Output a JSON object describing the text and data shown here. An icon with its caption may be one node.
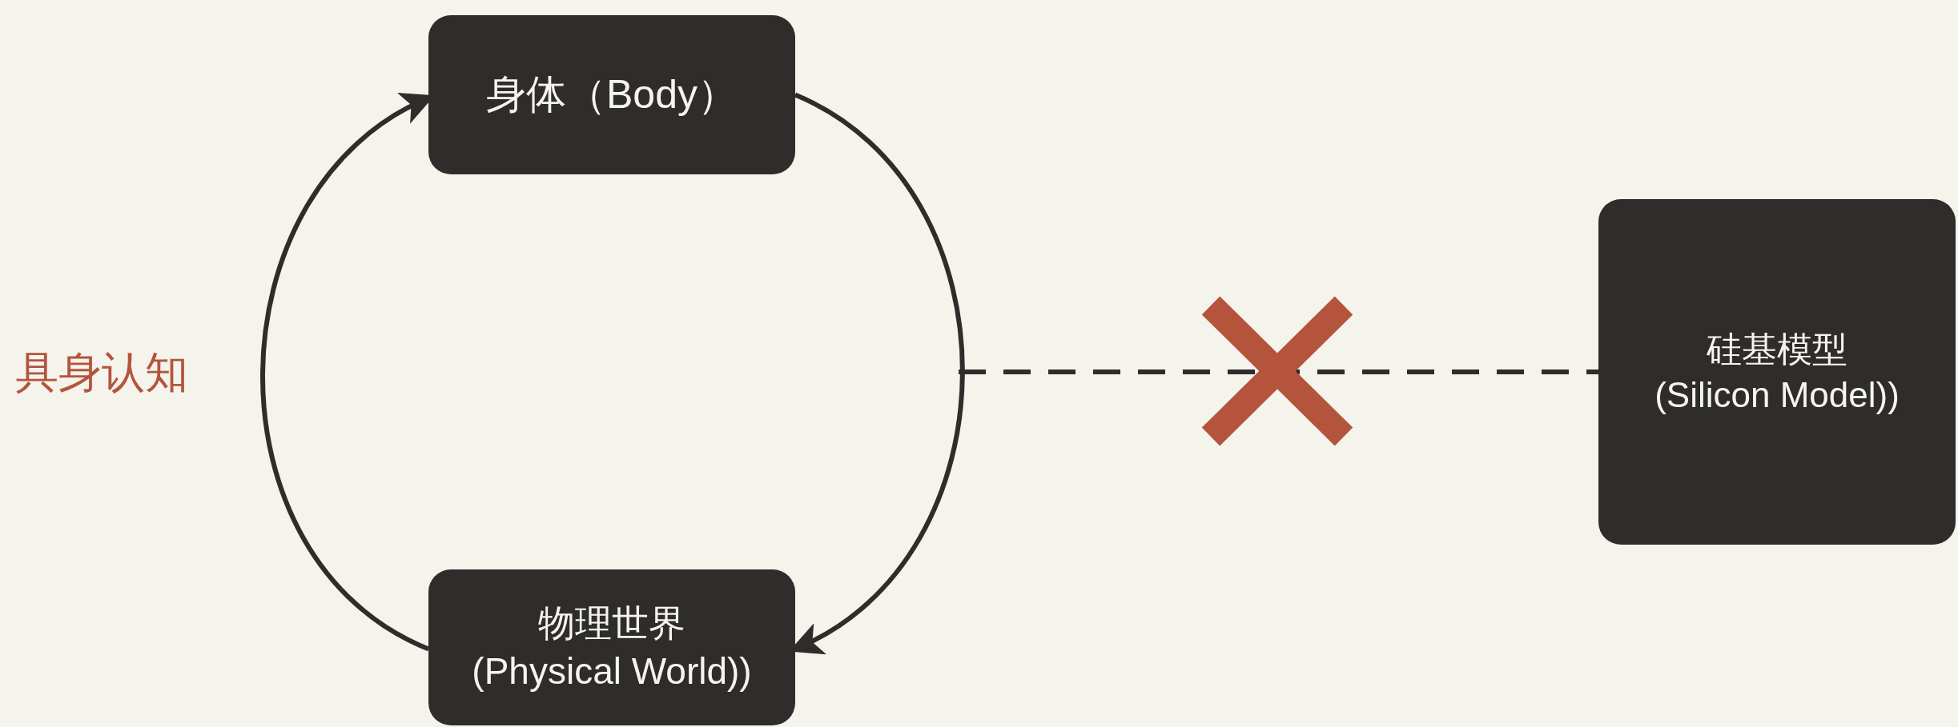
{
  "diagram": {
    "nodes": [
      {
        "text": [
          "身体（Body）"
        ]
      },
      {
        "text": [
          "物理世界 (Physical World))"
        ]
      },
      {
        "text": [
          "硅基模型 (Silicon Model))"
        ]
      }
    ],
    "edges": [
      {
        "from": 1,
        "to": 0,
        "arrow": "to"
      },
      {
        "from": 0,
        "to": 1,
        "arrow": "to"
      },
      {
        "from": null,
        "to": 2,
        "arrow": "none",
        "style": "dashed"
      }
    ],
    "labels": [
      "具身认知"
    ]
  }
}
